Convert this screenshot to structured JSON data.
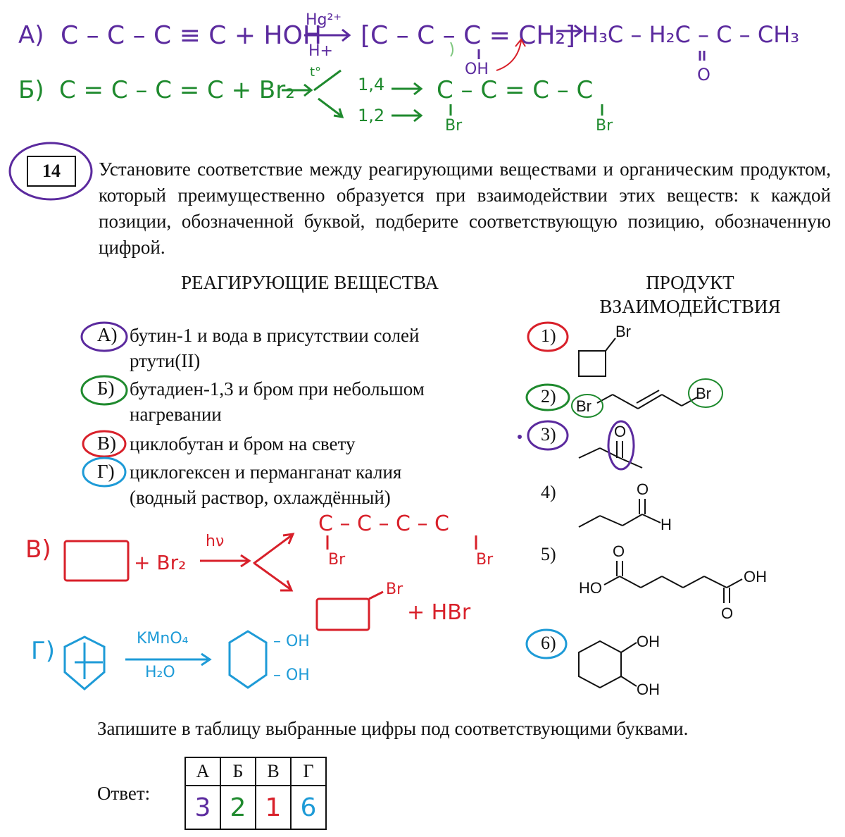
{
  "question_number": "14",
  "question_text": "Установите соответствие между реагирующими веществами и органическим продуктом, который преимущественно образуется при взаимодействии этих веществ: к каждой позиции, обозначенной буквой, подберите соответствующую позицию, обозначенную цифрой.",
  "col_left_header": "РЕАГИРУЮЩИЕ ВЕЩЕСТВА",
  "col_right_header": "ПРОДУКТ ВЗАИМОДЕЙСТВИЯ",
  "reactants": [
    {
      "letter": "А)",
      "text1": "бутин-1 и вода в присутствии солей",
      "text2": "ртути(II)"
    },
    {
      "letter": "Б)",
      "text1": "бутадиен-1,3 и бром при небольшом",
      "text2": "нагревании"
    },
    {
      "letter": "В)",
      "text1": "циклобутан и бром на свету",
      "text2": ""
    },
    {
      "letter": "Г)",
      "text1": "циклогексен и перманганат калия",
      "text2": "(водный раствор, охлаждённый)"
    }
  ],
  "products": [
    {
      "num": "1)",
      "labels": [
        "Br"
      ]
    },
    {
      "num": "2)",
      "labels": [
        "Br",
        "Br"
      ]
    },
    {
      "num": "3)",
      "labels": [
        "O"
      ]
    },
    {
      "num": "4)",
      "labels": [
        "O",
        "H"
      ]
    },
    {
      "num": "5)",
      "labels": [
        "O",
        "HO",
        "OH",
        "O"
      ]
    },
    {
      "num": "6)",
      "labels": [
        "OH",
        "OH"
      ]
    }
  ],
  "instruction": "Запишите в таблицу выбранные цифры под соответствующими буквами.",
  "answer_label": "Ответ:",
  "answer_headers": [
    "А",
    "Б",
    "В",
    "Г"
  ],
  "answer_values": [
    "3",
    "2",
    "1",
    "6"
  ],
  "handwriting": {
    "a_label": "А)",
    "a_reaction": "C – C – C ≡ C + HOH",
    "a_catalyst_top": "Hg²⁺",
    "a_catalyst_bottom": "H+",
    "a_intermediate": "[C – C – C = CH₂]",
    "a_oh": "OH",
    "a_product": "H₃C – H₂C – C – CH₃",
    "a_product_o": "O",
    "b_label": "Б)",
    "b_reaction": "C = C – C = C + Br₂",
    "b_temp": "t°",
    "b_14": "1,4",
    "b_12": "1,2",
    "b_product": "C – C = C – C",
    "b_br": "Br",
    "v_label": "В)",
    "v_reagent": "+ Br₂",
    "v_cond": "hν",
    "v_chain": "C – C – C – C",
    "v_br": "Br",
    "v_hbr": "+ HBr",
    "g_label": "Г)",
    "g_cond_top": "KMnO₄",
    "g_cond_bottom": "H₂O",
    "g_oh": "– OH"
  },
  "colors": {
    "purple": "#5b2a9e",
    "green": "#1f8a2e",
    "red": "#d8202a",
    "blue": "#1e9bd7",
    "light_green": "#7fc77f"
  }
}
